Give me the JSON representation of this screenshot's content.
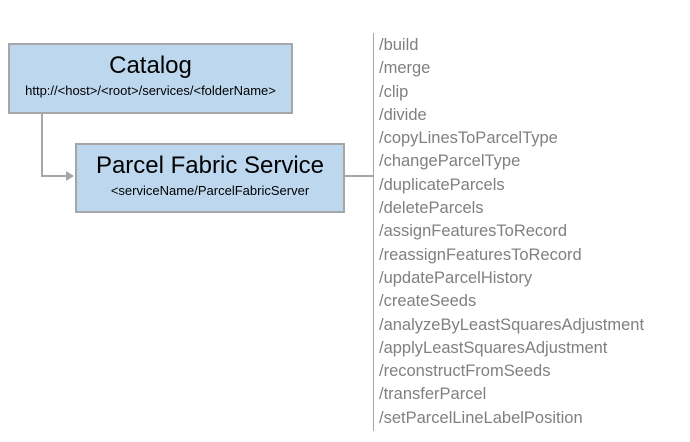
{
  "catalog_box": {
    "title": "Catalog",
    "subtitle": "http://<host>/<root>/services/<folderName>"
  },
  "service_box": {
    "title": "Parcel Fabric Service",
    "subtitle": "<serviceName/ParcelFabricServer"
  },
  "endpoints": [
    "/build",
    "/merge",
    "/clip",
    "/divide",
    "/copyLinesToParcelType",
    "/changeParcelType",
    "/duplicateParcels",
    "/deleteParcels",
    "/assignFeaturesToRecord",
    "/reassignFeaturesToRecord",
    "/updateParcelHistory",
    "/createSeeds",
    "/analyzeByLeastSquaresAdjustment",
    "/applyLeastSquaresAdjustment",
    "/reconstructFromSeeds",
    "/transferParcel",
    "/setParcelLineLabelPosition"
  ],
  "colors": {
    "box_fill": "#bdd7ee",
    "box_border": "#a6a6a6",
    "connector": "#a6a6a6",
    "endpoint_text": "#808080",
    "title_text": "#000000"
  }
}
